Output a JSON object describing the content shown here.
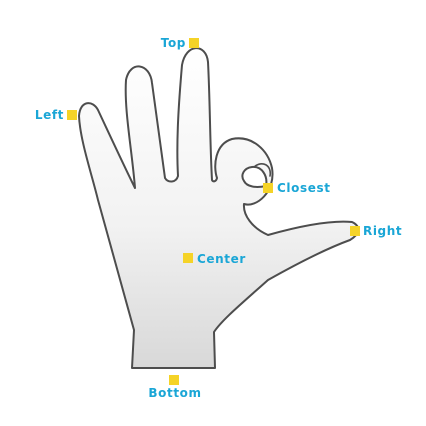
{
  "colors": {
    "label_text": "#1aa6d6",
    "marker_fill": "#f5d327",
    "hand_outline": "#4d4d4d",
    "hand_fill_top": "#ffffff",
    "hand_fill_bottom": "#d8d8d8"
  },
  "labels": {
    "top": "Top",
    "left": "Left",
    "closest": "Closest",
    "right": "Right",
    "center": "Center",
    "bottom": "Bottom"
  }
}
